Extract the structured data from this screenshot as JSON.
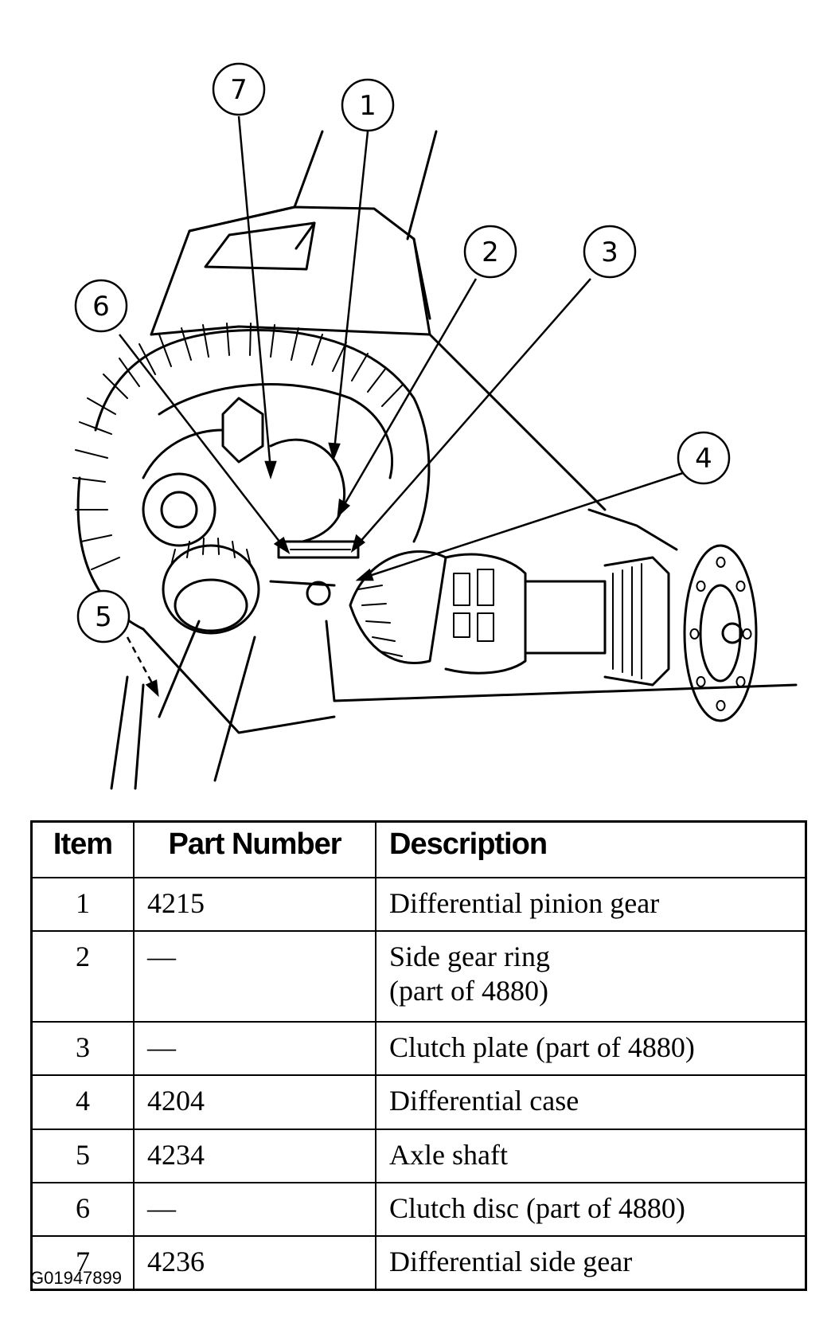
{
  "diagram": {
    "callouts": [
      "7",
      "1",
      "2",
      "3",
      "6",
      "4",
      "5"
    ]
  },
  "table": {
    "headers": [
      "Item",
      "Part Number",
      "Description"
    ],
    "rows": [
      {
        "item": "1",
        "part": "4215",
        "desc": [
          "Differential pinion gear"
        ]
      },
      {
        "item": "2",
        "part": "—",
        "desc": [
          "Side gear ring",
          "(part of 4880)"
        ]
      },
      {
        "item": "3",
        "part": "—",
        "desc": [
          "Clutch plate (part of 4880)"
        ]
      },
      {
        "item": "4",
        "part": "4204",
        "desc": [
          "Differential case"
        ]
      },
      {
        "item": "5",
        "part": "4234",
        "desc": [
          "Axle shaft"
        ]
      },
      {
        "item": "6",
        "part": "—",
        "desc": [
          "Clutch disc (part of 4880)"
        ]
      },
      {
        "item": "7",
        "part": "4236",
        "desc": [
          "Differential side gear"
        ]
      }
    ]
  },
  "figure_id": "G01947899"
}
